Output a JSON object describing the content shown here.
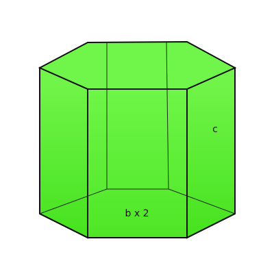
{
  "diagram": {
    "shape": "hexagonal prism",
    "labels": {
      "base": "b x 2",
      "height": "c"
    },
    "colors": {
      "fill_light": "#7dfb5a",
      "fill_mid": "#5ef03a",
      "fill_dark": "#3fe21a",
      "edge": "#111111"
    }
  }
}
